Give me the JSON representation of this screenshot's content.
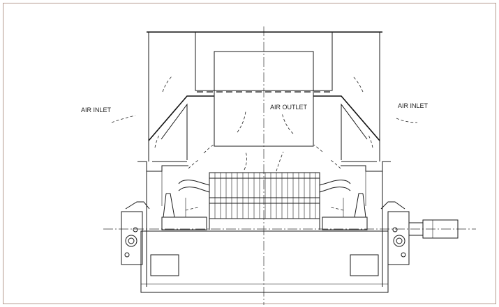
{
  "labels": {
    "air_inlet_left": "AIR INLET",
    "air_outlet": "AIR OUTLET",
    "air_inlet_right": "AIR INLET"
  },
  "colors": {
    "frame_border": "#b49a8e",
    "line": "#1a1a1a",
    "background": "#ffffff"
  }
}
